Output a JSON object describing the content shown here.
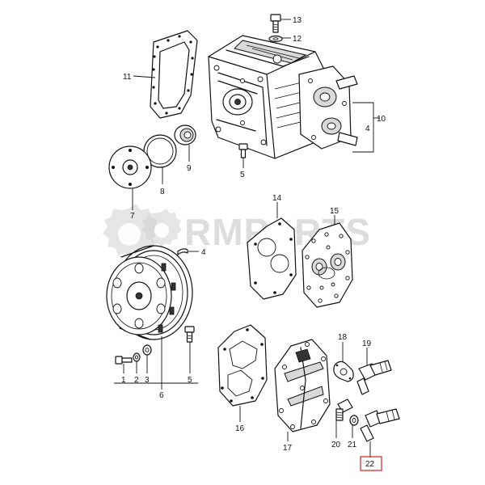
{
  "watermark": {
    "text": "RMPARTS"
  },
  "highlight_color": "#d9302b",
  "callouts": {
    "p1": "1",
    "p2": "2",
    "p3": "3",
    "p4a": "4",
    "p4b": "4",
    "p5a": "5",
    "p5b": "5",
    "p6": "6",
    "p7": "7",
    "p8": "8",
    "p9": "9",
    "p10": "10",
    "p11": "11",
    "p12": "12",
    "p13": "13",
    "p14": "14",
    "p15": "15",
    "p16": "16",
    "p17": "17",
    "p18": "18",
    "p19": "19",
    "p20": "20",
    "p21": "21",
    "p22": "22"
  }
}
